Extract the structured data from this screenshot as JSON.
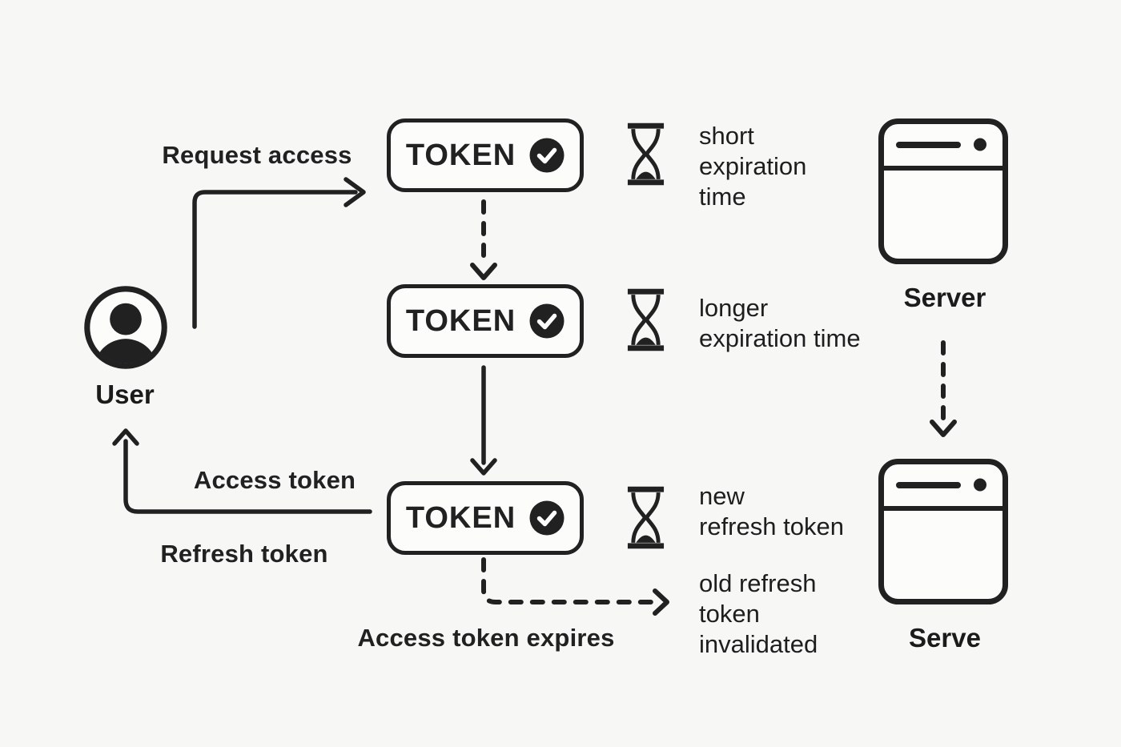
{
  "colors": {
    "background": "#f7f7f5",
    "ink": "#212121",
    "box_fill": "#fcfcfb",
    "check_mark": "#ffffff"
  },
  "user": {
    "label": "User"
  },
  "flow": {
    "request_access": "Request access",
    "access_token": "Access token",
    "refresh_token": "Refresh token",
    "access_token_expires": "Access token expires"
  },
  "tokens": [
    {
      "label": "TOKEN",
      "note_lines": [
        "short",
        "expiration",
        "time"
      ]
    },
    {
      "label": "TOKEN",
      "note_lines": [
        "longer",
        "expiration time"
      ]
    },
    {
      "label": "TOKEN",
      "note_lines": [
        "new",
        "refresh token"
      ]
    }
  ],
  "notes": {
    "old_refresh_lines": [
      "old refresh",
      "token",
      "invalidated"
    ]
  },
  "servers": [
    {
      "label": "Server"
    },
    {
      "label": "Serve"
    }
  ]
}
